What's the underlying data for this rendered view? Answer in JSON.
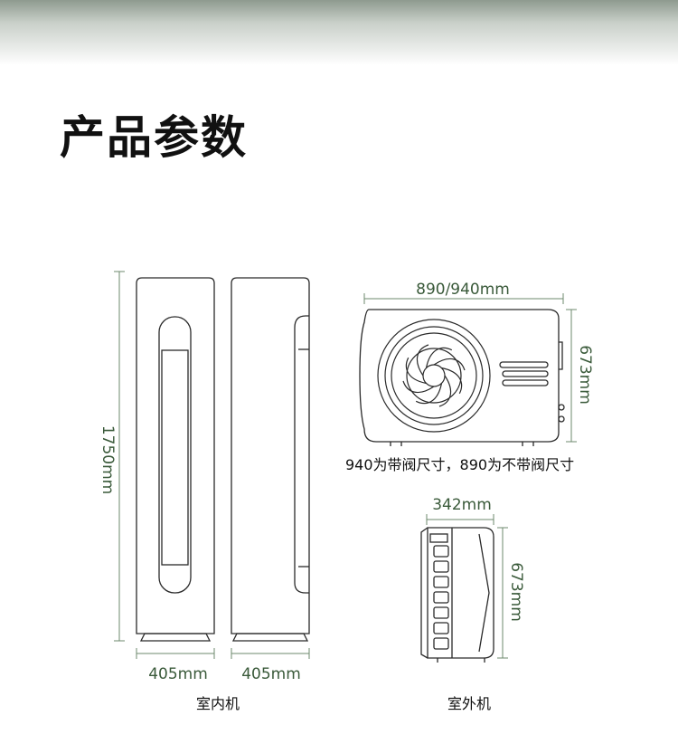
{
  "page": {
    "title": "产品参数"
  },
  "indoor": {
    "height_label": "1750mm",
    "width_label_left": "405mm",
    "width_label_right": "405mm",
    "caption": "室内机"
  },
  "outdoor": {
    "width_label": "890/940mm",
    "height_label": "673mm",
    "note": "940为带阀尺寸，890为不带阀尺寸",
    "depth_label": "342mm",
    "side_height_label": "673mm",
    "caption": "室外机"
  },
  "colors": {
    "dimension": "#3a5a3a",
    "outline": "#2a2a2a",
    "accent": "#6e8a6e"
  }
}
